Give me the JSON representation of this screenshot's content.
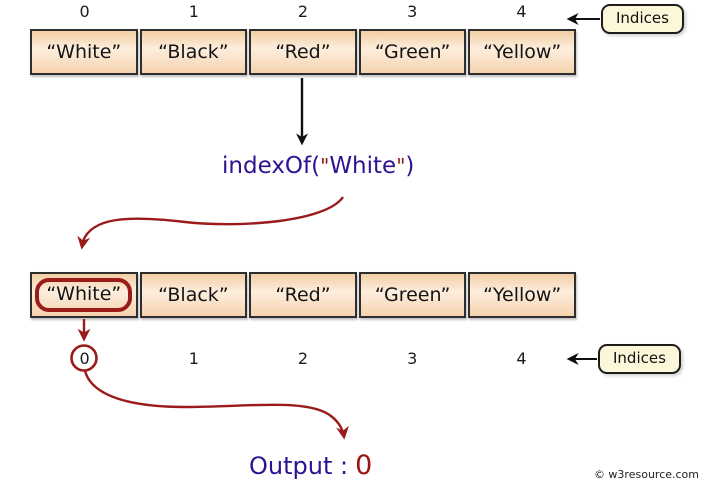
{
  "diagram": {
    "indices_label": "Indices",
    "watermark": "© w3resource.com",
    "colors": {
      "accent_red": "#9b1b1b",
      "accent_purple": "#2e1292",
      "cell_fill": "#fbe6d0",
      "cell_border": "#2e2e2e",
      "label_box_fill": "#fcf7d9"
    },
    "function_call": {
      "prefix": "indexOf(",
      "quote": "\"",
      "argument": "White",
      "suffix": ")"
    },
    "top_array": {
      "indices": [
        "0",
        "1",
        "2",
        "3",
        "4"
      ],
      "cells": [
        "“White”",
        "“Black”",
        "“Red”",
        "“Green”",
        "“Yellow”"
      ]
    },
    "bottom_array": {
      "cells": [
        "“White”",
        "“Black”",
        "“Red”",
        "“Green”",
        "“Yellow”"
      ],
      "indices": [
        "0",
        "1",
        "2",
        "3",
        "4"
      ],
      "highlighted_index": 0,
      "result_index": "0"
    },
    "output": {
      "label": "Output :",
      "value": "0"
    }
  }
}
